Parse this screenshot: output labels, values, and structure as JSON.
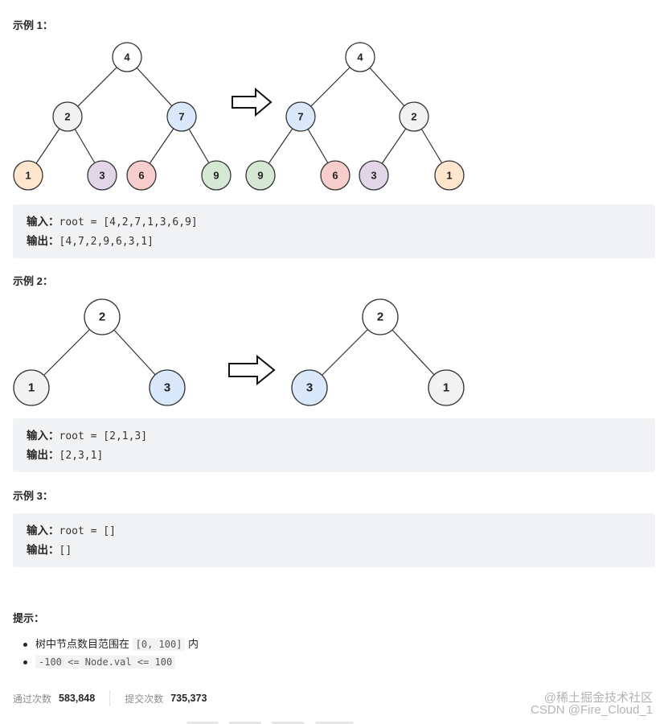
{
  "examples": [
    {
      "title": "示例 1：",
      "before": [
        "4",
        "2",
        "7",
        "1",
        "3",
        "6",
        "9"
      ],
      "after": [
        "4",
        "7",
        "2",
        "9",
        "6",
        "3",
        "1"
      ],
      "input_label": "输入：",
      "input_value": "root = [4,2,7,1,3,6,9]",
      "output_label": "输出：",
      "output_value": "[4,7,2,9,6,3,1]"
    },
    {
      "title": "示例 2：",
      "before": [
        "2",
        "1",
        "3"
      ],
      "after": [
        "2",
        "3",
        "1"
      ],
      "input_label": "输入：",
      "input_value": "root = [2,1,3]",
      "output_label": "输出：",
      "output_value": "[2,3,1]"
    },
    {
      "title": "示例 3：",
      "input_label": "输入：",
      "input_value": "root = []",
      "output_label": "输出：",
      "output_value": "[]"
    }
  ],
  "node_colors": {
    "white": "#ffffff",
    "gray": "#f2f2f2",
    "blue": "#dae8fc",
    "orange": "#ffe6cc",
    "purple": "#e1d5e7",
    "red": "#f8cecc",
    "green": "#d5e8d4"
  },
  "hints": {
    "title": "提示：",
    "items": [
      {
        "pre": "树中节点数目范围在 ",
        "code": "[0, 100]",
        "post": " 内"
      },
      {
        "pre": "",
        "code": "-100 <= Node.val <= 100",
        "post": ""
      }
    ]
  },
  "stats": {
    "accepted_label": "通过次数",
    "accepted_value": "583,848",
    "submitted_label": "提交次数",
    "submitted_value": "735,373"
  },
  "watermark": {
    "line1": "@稀土掘金技术社区",
    "line2": "CSDN @Fire_Cloud_1"
  }
}
